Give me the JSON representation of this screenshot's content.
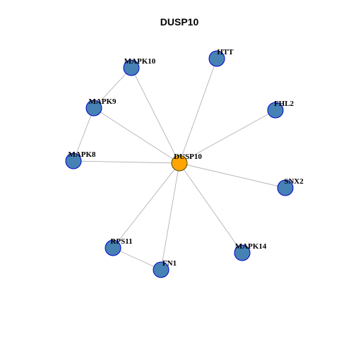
{
  "title": "DUSP10",
  "colors": {
    "hub_fill": "#FFA500",
    "hub_stroke": "#4d4d00",
    "node_fill": "#4682B4",
    "node_stroke": "#0000CD",
    "edge": "#b3b3b3"
  },
  "graph": {
    "hub": "DUSP10",
    "nodes": [
      {
        "id": "DUSP10",
        "label": "DUSP10",
        "role": "hub"
      },
      {
        "id": "MAPK10",
        "label": "MAPK10",
        "role": "neighbor"
      },
      {
        "id": "HTT",
        "label": "HTT",
        "role": "neighbor"
      },
      {
        "id": "MAPK9",
        "label": "MAPK9",
        "role": "neighbor"
      },
      {
        "id": "FHL2",
        "label": "FHL2",
        "role": "neighbor"
      },
      {
        "id": "MAPK8",
        "label": "MAPK8",
        "role": "neighbor"
      },
      {
        "id": "SNX2",
        "label": "SNX2",
        "role": "neighbor"
      },
      {
        "id": "RPS11",
        "label": "RPS11",
        "role": "neighbor"
      },
      {
        "id": "MAPK14",
        "label": "MAPK14",
        "role": "neighbor"
      },
      {
        "id": "FN1",
        "label": "FN1",
        "role": "neighbor"
      }
    ],
    "edges": [
      [
        "DUSP10",
        "MAPK10"
      ],
      [
        "DUSP10",
        "HTT"
      ],
      [
        "DUSP10",
        "MAPK9"
      ],
      [
        "DUSP10",
        "FHL2"
      ],
      [
        "DUSP10",
        "MAPK8"
      ],
      [
        "DUSP10",
        "SNX2"
      ],
      [
        "DUSP10",
        "RPS11"
      ],
      [
        "DUSP10",
        "MAPK14"
      ],
      [
        "DUSP10",
        "FN1"
      ],
      [
        "MAPK10",
        "MAPK9"
      ],
      [
        "MAPK9",
        "MAPK8"
      ],
      [
        "RPS11",
        "FN1"
      ]
    ]
  }
}
